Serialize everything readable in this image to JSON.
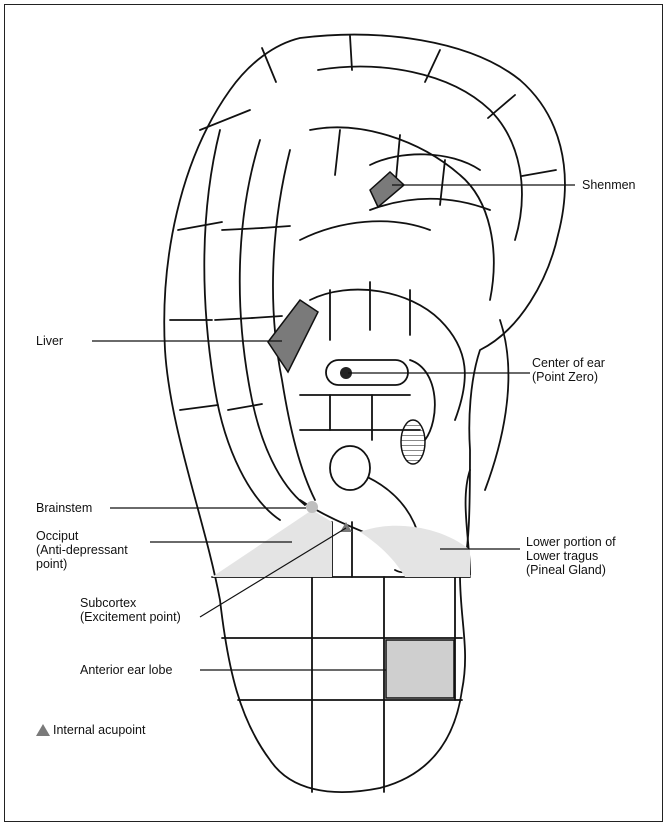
{
  "labels": {
    "shenmen": "Shenmen",
    "liver": "Liver",
    "center_ear": [
      "Center of ear",
      "(Point Zero)"
    ],
    "brainstem": "Brainstem",
    "occiput": [
      "Occiput",
      "(Anti-depressant",
      "point)"
    ],
    "lower_tragus": [
      "Lower portion of",
      "Lower tragus",
      "(Pineal Gland)"
    ],
    "subcortex": [
      "Subcortex",
      "(Excitement point)"
    ],
    "anterior_lobe": "Anterior ear lobe"
  },
  "legend": {
    "label": "Internal acupoint",
    "marker_icon": "triangle-icon"
  },
  "colors": {
    "outline": "#111111",
    "dark_fill": "#7a7a7a",
    "light_fill": "#cfcfcf",
    "lighter_fill": "#e4e4e4"
  }
}
